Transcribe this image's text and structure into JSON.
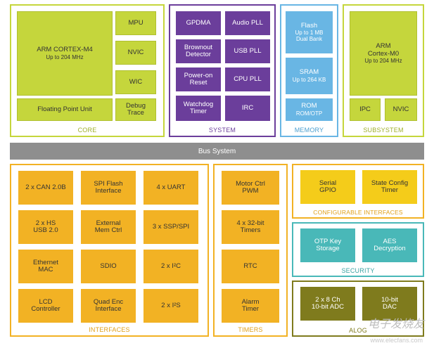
{
  "core": {
    "label": "CORE",
    "arm_title": "ARM CORTEX-M4",
    "arm_sub": "Up to 204 MHz",
    "mpu": "MPU",
    "nvic": "NVIC",
    "wic": "WIC",
    "fpu": "Floating Point Unit",
    "debug": "Debug\nTrace"
  },
  "system": {
    "label": "SYSTEM",
    "gpdma": "GPDMA",
    "audio_pll": "Audio PLL",
    "brownout": "Brownout\nDetector",
    "usb_pll": "USB PLL",
    "power_on": "Power-on\nReset",
    "cpu_pll": "CPU PLL",
    "watchdog": "Watchdog\nTimer",
    "irc": "IRC"
  },
  "memory": {
    "label": "MEMORY",
    "flash_title": "Flash",
    "flash_sub": "Up to 1 MB\nDual Bank",
    "sram_title": "SRAM",
    "sram_sub": "Up to 264 KB",
    "rom_title": "ROM",
    "rom_sub": "ROM/OTP"
  },
  "subsystem": {
    "label": "SUBSYSTEM",
    "arm_title": "ARM\nCortex-M0",
    "arm_sub": "Up to 204 MHz",
    "ipc": "IPC",
    "nvic": "NVIC"
  },
  "bus": {
    "label": "Bus System"
  },
  "interfaces": {
    "label": "INTERFACES",
    "items": [
      "2 x CAN 2.0B",
      "SPI Flash\nInterface",
      "4 x UART",
      "2 x HS\nUSB 2.0",
      "External\nMem Ctrl",
      "3 x SSP/SPI",
      "Ethernet\nMAC",
      "SDIO",
      "2 x I²C",
      "LCD\nController",
      "Quad Enc\nInterface",
      "2 x I²S"
    ]
  },
  "timers": {
    "label": "TIMERS",
    "items": [
      "Motor Ctrl\nPWM",
      "4 x 32-bit\nTimers",
      "RTC",
      "Alarm\nTimer"
    ]
  },
  "configurable": {
    "label": "CONFIGURABLE INTERFACES",
    "serial_gpio": "Serial\nGPIO",
    "state_config": "State Config\nTimer"
  },
  "security": {
    "label": "SECURITY",
    "otp_key": "OTP Key\nStorage",
    "aes": "AES\nDecryption"
  },
  "analog": {
    "label": "ALOG",
    "adc": "2 x 8 Ch\n10-bit ADC",
    "dac": "10-bit\nDAC"
  },
  "watermark": {
    "site": "电子发烧友",
    "url": "www.elecfans.com"
  },
  "colors": {
    "core_border": "#c5d63c",
    "system_border": "#6b3e9b",
    "memory_border": "#69b6e4",
    "interfaces_border": "#f2b224",
    "security_border": "#49b8b8",
    "analog_border": "#7f7b1d",
    "bus": "#8e8e8e"
  }
}
